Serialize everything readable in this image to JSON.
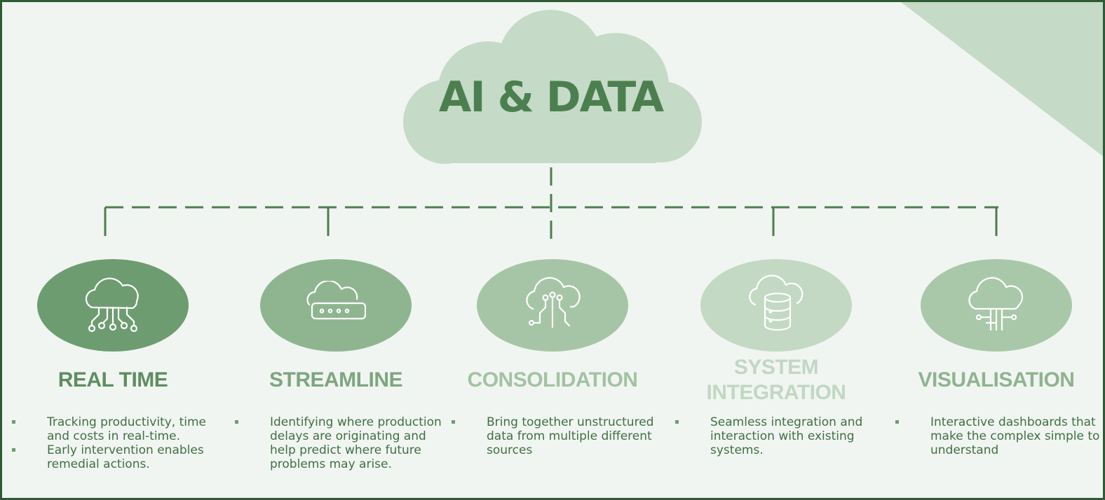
{
  "title": "AI & DATA",
  "colors": {
    "frame_border": "#2f5a33",
    "background": "#f1f5f1",
    "cloud": "#c5dac7",
    "connector": "#4d7d50",
    "corner": "#c5dac7",
    "bullet_text": "#3f6f44"
  },
  "nodes": [
    {
      "title_lines": [
        "REAL TIME"
      ],
      "icon": "cloud-circuit-icon",
      "ellipse_color": "#6d9c70",
      "title_color": "#5f8d62",
      "bullets": [
        "Tracking productivity, time and costs in real-time.",
        "Early intervention enables remedial actions."
      ]
    },
    {
      "title_lines": [
        "STREAMLINE"
      ],
      "icon": "cloud-server-icon",
      "ellipse_color": "#8fb590",
      "title_color": "#7ea581",
      "bullets": [
        "Identifying where production delays are originating and help predict where future problems may arise."
      ]
    },
    {
      "title_lines": [
        "CONSOLIDATION"
      ],
      "icon": "cloud-network-icon",
      "ellipse_color": "#a6c5a7",
      "title_color": "#a3c2a4",
      "bullets": [
        "Bring together unstructured data from multiple different sources"
      ]
    },
    {
      "title_lines": [
        "SYSTEM",
        "INTEGRATION"
      ],
      "icon": "cloud-database-icon",
      "ellipse_color": "#c3d9c4",
      "title_color": "#c1d7c2",
      "bullets": [
        "Seamless integration and interaction with existing systems."
      ]
    },
    {
      "title_lines": [
        "VISUALISATION"
      ],
      "icon": "cloud-connect-icon",
      "ellipse_color": "#a9c8aa",
      "title_color": "#8fb391",
      "bullets": [
        "Interactive dashboards that make the complex simple to understand"
      ]
    }
  ]
}
